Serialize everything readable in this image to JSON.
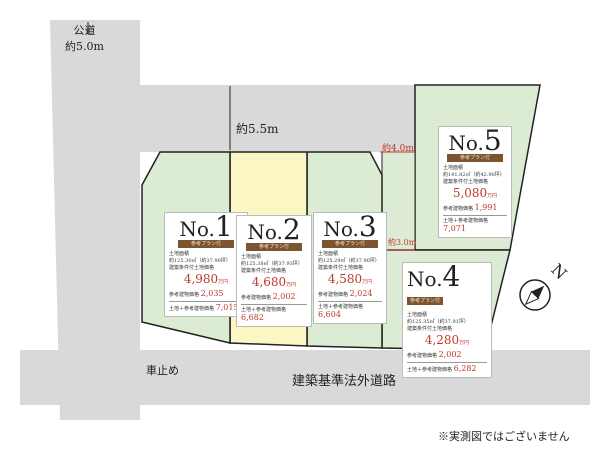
{
  "road_top": {
    "label": "公道",
    "width": "約5.0m"
  },
  "driveway_width": "約5.5m",
  "markers": {
    "m4": "約4.0m",
    "m3": "約3.0m"
  },
  "main_road": "建築基準法外道路",
  "car_stop": "車止め",
  "north": "N",
  "note": "※実測図ではございません",
  "colors": {
    "lot": "#dcebd3",
    "selected_lot": "#fbf6c4",
    "road": "#d9d9d9",
    "accent": "#c0392b"
  },
  "lots": [
    {
      "no_prefix": "No.",
      "no": "1",
      "badge": "参考プラン付",
      "area_label": "土地面積",
      "area": "約125.30㎡（約37.90坪）",
      "price_label": "建築条件付土地価格",
      "price": "4,980",
      "unit": "万円",
      "building_label": "参考建物価格",
      "building": "2,035",
      "total_label": "土地＋参考建物価格",
      "total": "7,015"
    },
    {
      "no_prefix": "No.",
      "no": "2",
      "badge": "参考プラン付",
      "area_label": "土地面積",
      "area": "約125.38㎡（約37.93坪）",
      "price_label": "建築条件付土地価格",
      "price": "4,680",
      "unit": "万円",
      "building_label": "参考建物価格",
      "building": "2,002",
      "total_label": "土地＋参考建物価格",
      "total": "6,682"
    },
    {
      "no_prefix": "No.",
      "no": "3",
      "badge": "参考プラン付",
      "area_label": "土地面積",
      "area": "約125.29㎡（約37.90坪）",
      "price_label": "建築条件付土地価格",
      "price": "4,580",
      "unit": "万円",
      "building_label": "参考建物価格",
      "building": "2,024",
      "total_label": "土地＋参考建物価格",
      "total": "6,604"
    },
    {
      "no_prefix": "No.",
      "no": "4",
      "badge": "参考プラン付",
      "area_label": "土地面積",
      "area": "約125.35㎡（約37.91坪）",
      "price_label": "建築条件付土地価格",
      "price": "4,280",
      "unit": "万円",
      "building_label": "参考建物価格",
      "building": "2,002",
      "total_label": "土地＋参考建物価格",
      "total": "6,282"
    },
    {
      "no_prefix": "No.",
      "no": "5",
      "badge": "参考プラン付",
      "area_label": "土地面積",
      "area": "約141.82㎡（約42.90坪）",
      "price_label": "建築条件付土地価格",
      "price": "5,080",
      "unit": "万円",
      "building_label": "参考建物価格",
      "building": "1,991",
      "total_label": "土地＋参考建物価格",
      "total": "7,071"
    }
  ]
}
